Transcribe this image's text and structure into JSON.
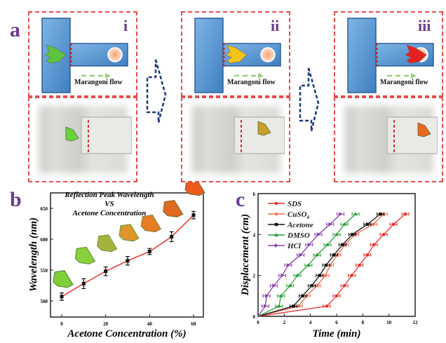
{
  "figure": {
    "panel_labels": [
      "a",
      "b",
      "c"
    ],
    "panel_a": {
      "stages": [
        {
          "label": "i",
          "flow_label": "Marangoni flow",
          "robot_color": "#5cc33a"
        },
        {
          "label": "ii",
          "flow_label": "Marangoni flow",
          "robot_color": "#f2c418"
        },
        {
          "label": "iii",
          "flow_label": "Marangoni flow",
          "robot_color": "#e62020"
        }
      ],
      "channel_color": "#5b9bd5",
      "frame_color": "#e84c4c",
      "arrow_color": "#1f3a7a"
    }
  },
  "chart_data": [
    {
      "type": "line",
      "panel": "b",
      "title": "Reflection Peak Wavelength VS Acetone Concentration",
      "title_lines": [
        "Reflection Peak Wavelength",
        "VS",
        "Acetone Concentration"
      ],
      "xlabel": "Acetone Concentration (%)",
      "ylabel": "Wavelength (nm)",
      "xlim": [
        -4,
        64
      ],
      "ylim": [
        475,
        665
      ],
      "xticks": [
        0,
        20,
        40,
        60
      ],
      "yticks": [
        500,
        550,
        600,
        650
      ],
      "x": [
        0,
        10,
        20,
        30,
        40,
        50,
        60
      ],
      "series": [
        {
          "name": "Wavelength",
          "color": "#e8322e",
          "values": [
            507,
            528,
            548,
            565,
            580,
            604,
            639
          ],
          "errors": [
            6,
            8,
            7,
            7,
            5,
            8,
            6
          ]
        }
      ],
      "grid": false,
      "legend": "none",
      "annotations": "robot photo insets above each point showing color shift from green to red"
    },
    {
      "type": "line",
      "panel": "c",
      "xlabel": "Time (min)",
      "ylabel": "Displacement (cm)",
      "xlim": [
        0,
        12
      ],
      "ylim": [
        0,
        6
      ],
      "xticks": [
        0,
        2,
        4,
        6,
        8,
        10,
        12
      ],
      "yticks": [
        0,
        2,
        4,
        6
      ],
      "grid": false,
      "legend": "top-left",
      "series": [
        {
          "name": "SDS",
          "color": "#e8322e",
          "marker": "circle",
          "x": [
            0,
            5.25,
            6.0,
            6.6,
            7.15,
            7.75,
            8.35,
            8.85,
            9.6,
            10.35,
            11.25
          ],
          "y": [
            0,
            0.5,
            1,
            1.5,
            2,
            2.5,
            3,
            3.5,
            4,
            4.5,
            5
          ]
        },
        {
          "name": "CuSO4",
          "display_name": "CuSO",
          "subscript": "4",
          "color": "#f0664a",
          "marker": "star",
          "x": [
            0,
            3.1,
            3.7,
            4.5,
            5.15,
            5.5,
            6.05,
            6.65,
            7.4,
            8.8,
            9.6
          ],
          "y": [
            0,
            0.5,
            1,
            1.5,
            2,
            2.5,
            3,
            3.5,
            4,
            4.5,
            5
          ]
        },
        {
          "name": "Acetone",
          "color": "#111111",
          "marker": "square",
          "x": [
            0,
            2.7,
            3.4,
            4.1,
            4.7,
            5.2,
            5.8,
            6.45,
            7.2,
            8.35,
            9.35
          ],
          "y": [
            0,
            0.5,
            1,
            1.5,
            2,
            2.5,
            3,
            3.5,
            4,
            4.5,
            5
          ]
        },
        {
          "name": "DMSO",
          "color": "#2e9e3e",
          "marker": "triangle",
          "x": [
            0,
            1.6,
            1.75,
            2.45,
            3.0,
            3.85,
            4.5,
            5.3,
            6.0,
            6.6,
            7.45
          ],
          "y": [
            0,
            0.5,
            1,
            1.5,
            2,
            2.5,
            3,
            3.5,
            4,
            4.5,
            5
          ]
        },
        {
          "name": "HCl",
          "color": "#8a3bb0",
          "marker": "triangle-right",
          "x": [
            0,
            0.55,
            0.65,
            1.2,
            1.85,
            2.3,
            3.25,
            3.9,
            4.6,
            5.5,
            6.3
          ],
          "y": [
            0,
            0.5,
            1,
            1.5,
            2,
            2.5,
            3,
            3.5,
            4,
            4.5,
            5
          ]
        }
      ]
    }
  ]
}
